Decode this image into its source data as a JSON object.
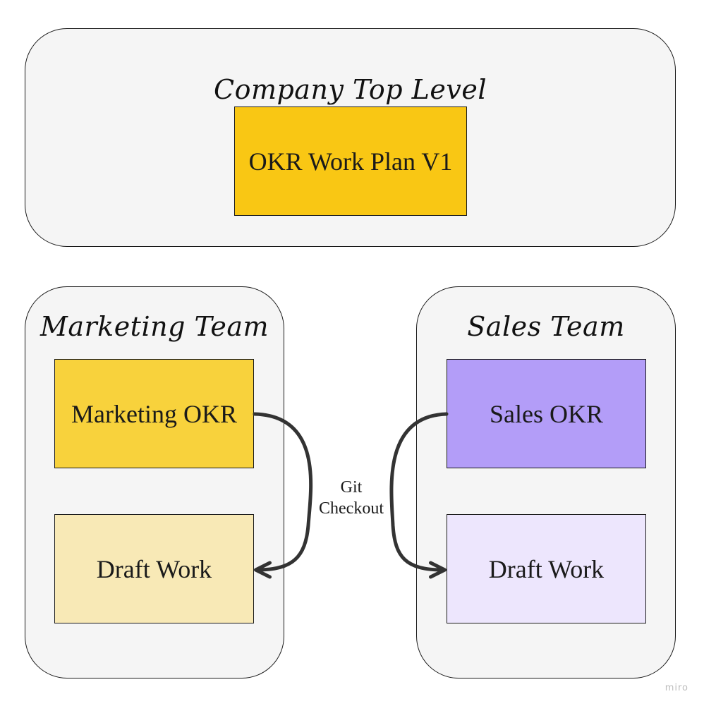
{
  "frames": {
    "top": {
      "title": "Company Top Level"
    },
    "marketing": {
      "title": "Marketing Team"
    },
    "sales": {
      "title": "Sales Team"
    }
  },
  "cards": {
    "plan": {
      "label": "OKR Work Plan V1",
      "color": "#f9c714"
    },
    "marketing_okr": {
      "label": "Marketing OKR",
      "color": "#f8d23c"
    },
    "marketing_draft": {
      "label": "Draft Work",
      "color": "#f8e9b6"
    },
    "sales_okr": {
      "label": "Sales OKR",
      "color": "#b39df8"
    },
    "sales_draft": {
      "label": "Draft Work",
      "color": "#ede6fd"
    }
  },
  "connector": {
    "line1": "Git",
    "line2": "Checkout"
  },
  "watermark": "miro"
}
